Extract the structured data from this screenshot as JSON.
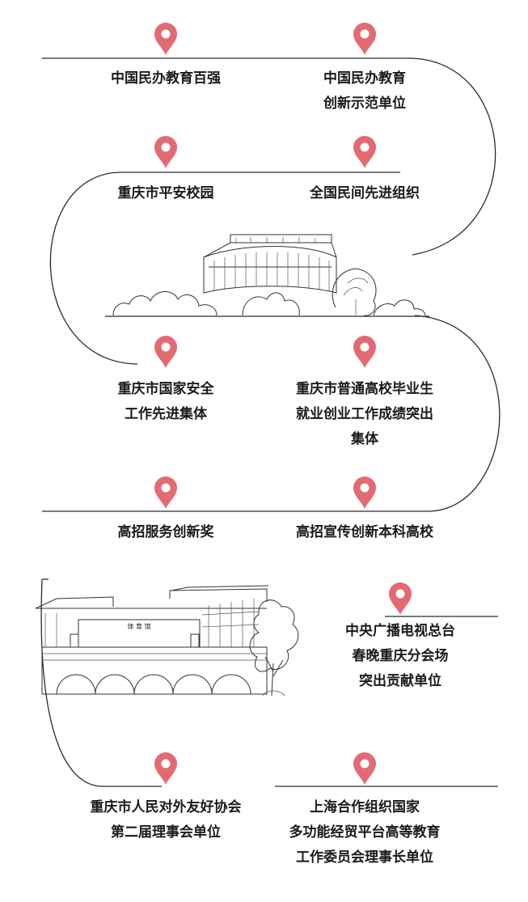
{
  "colors": {
    "pin": "#e36a73",
    "line": "#2b2b2b"
  },
  "milestones": [
    {
      "lines": [
        "中国民办教育百强"
      ],
      "icon": "location-pin-icon"
    },
    {
      "lines": [
        "中国民办教育",
        "创新示范单位"
      ],
      "icon": "location-pin-icon"
    },
    {
      "lines": [
        "重庆市平安校园"
      ],
      "icon": "location-pin-icon"
    },
    {
      "lines": [
        "全国民间先进组织"
      ],
      "icon": "location-pin-icon"
    },
    {
      "lines": [
        "重庆市国家安全",
        "工作先进集体"
      ],
      "icon": "location-pin-icon"
    },
    {
      "lines": [
        "重庆市普通高校毕业生",
        "就业创业工作成绩突出",
        "集体"
      ],
      "icon": "location-pin-icon"
    },
    {
      "lines": [
        "高招服务创新奖"
      ],
      "icon": "location-pin-icon"
    },
    {
      "lines": [
        "高招宣传创新本科高校"
      ],
      "icon": "location-pin-icon"
    },
    {
      "lines": [
        "中央广播电视总台",
        "春晚重庆分会场",
        "突出贡献单位"
      ],
      "icon": "location-pin-icon"
    },
    {
      "lines": [
        "重庆市人民对外友好协会",
        "第二届理事会单位"
      ],
      "icon": "location-pin-icon"
    },
    {
      "lines": [
        "上海合作组织国家",
        "多功能经贸平台高等教育",
        "工作委员会理事长单位"
      ],
      "icon": "location-pin-icon"
    }
  ],
  "illustrations": [
    {
      "name": "round-building-sketch"
    },
    {
      "name": "gymnasium-sketch",
      "sign": "体 育 馆"
    }
  ]
}
